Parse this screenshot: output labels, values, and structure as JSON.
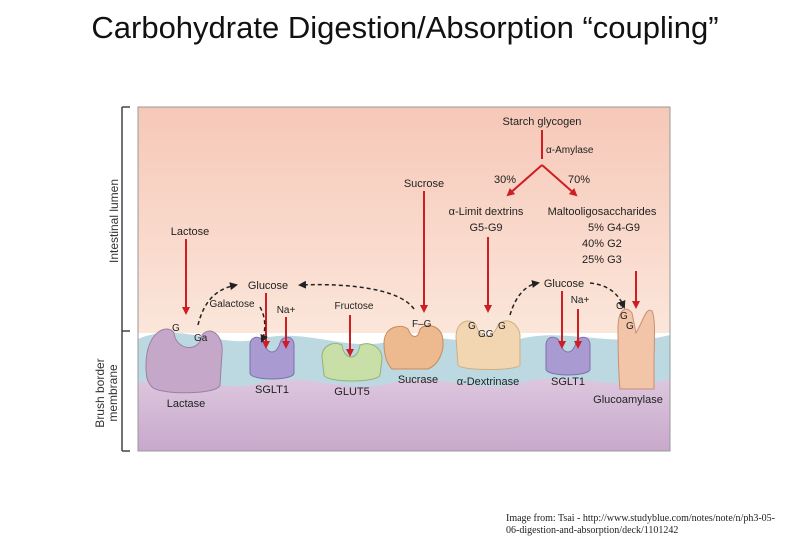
{
  "title": "Carbohydrate Digestion/Absorption “coupling”",
  "caption": {
    "line1": "Image from: Tsai - http://www.studyblue.com/notes/note/n/ph3-05-",
    "line2": "06-digestion-and-absorption/deck/1101242"
  },
  "diagram": {
    "regions": {
      "lumen": "Intestinal lumen",
      "membrane_line1": "Brush border",
      "membrane_line2": "membrane"
    },
    "substrates": {
      "starch": "Starch glycogen",
      "amylase": "α-Amylase",
      "pct_left": "30%",
      "pct_right": "70%",
      "limit_dextrins": "α-Limit dextrins",
      "limit_dextrins_sub": "G5-G9",
      "malto": "Maltooligosaccharides",
      "malto_1": "5% G4-G9",
      "malto_2": "40% G2",
      "malto_3": "25% G3",
      "sucrose": "Sucrose",
      "lactose": "Lactose",
      "glucose_left": "Glucose",
      "galactose": "Galactose",
      "na_left": "Na+",
      "fructose": "Fructose",
      "glucose_right": "Glucose",
      "na_right": "Na+",
      "fg": "F–G",
      "g_lactose": "G",
      "ga_lactose": "Ga",
      "g": "G",
      "gg": "GG"
    },
    "enzymes": {
      "lactase": "Lactase",
      "sglt1_left": "SGLT1",
      "glut5": "GLUT5",
      "sucrase": "Sucrase",
      "dextrinase": "α-Dextrinase",
      "sglt1_right": "SGLT1",
      "glucoamylase": "Glucoamylase"
    },
    "colors": {
      "arrow": "#cc1e24",
      "lumen_top": "#f8cfc0",
      "lumen_bottom": "#fbe7dc",
      "membrane": "#bcd9e2",
      "cytosol": "#d9c3dc",
      "lactase": "#c4a7c9",
      "sglt1": "#a99ad2",
      "glut5": "#c9dfa8",
      "sucrase": "#edb98e",
      "dextrinase": "#f2d6b2",
      "glucoamylase": "#f2c4a8"
    }
  }
}
